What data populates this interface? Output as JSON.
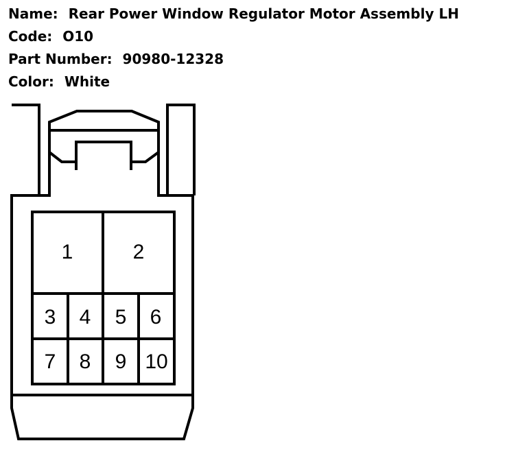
{
  "part": {
    "name_label": "Name:",
    "name_value": "Rear Power Window Regulator Motor Assembly LH",
    "code_label": "Code:",
    "code_value": "O10",
    "part_number_label": "Part Number:",
    "part_number_value": "90980-12328",
    "color_label": "Color:",
    "color_value": "White"
  },
  "connector": {
    "pins": [
      "1",
      "2",
      "3",
      "4",
      "5",
      "6",
      "7",
      "8",
      "9",
      "10"
    ],
    "line_color": "#000000",
    "background_color": "#ffffff"
  }
}
